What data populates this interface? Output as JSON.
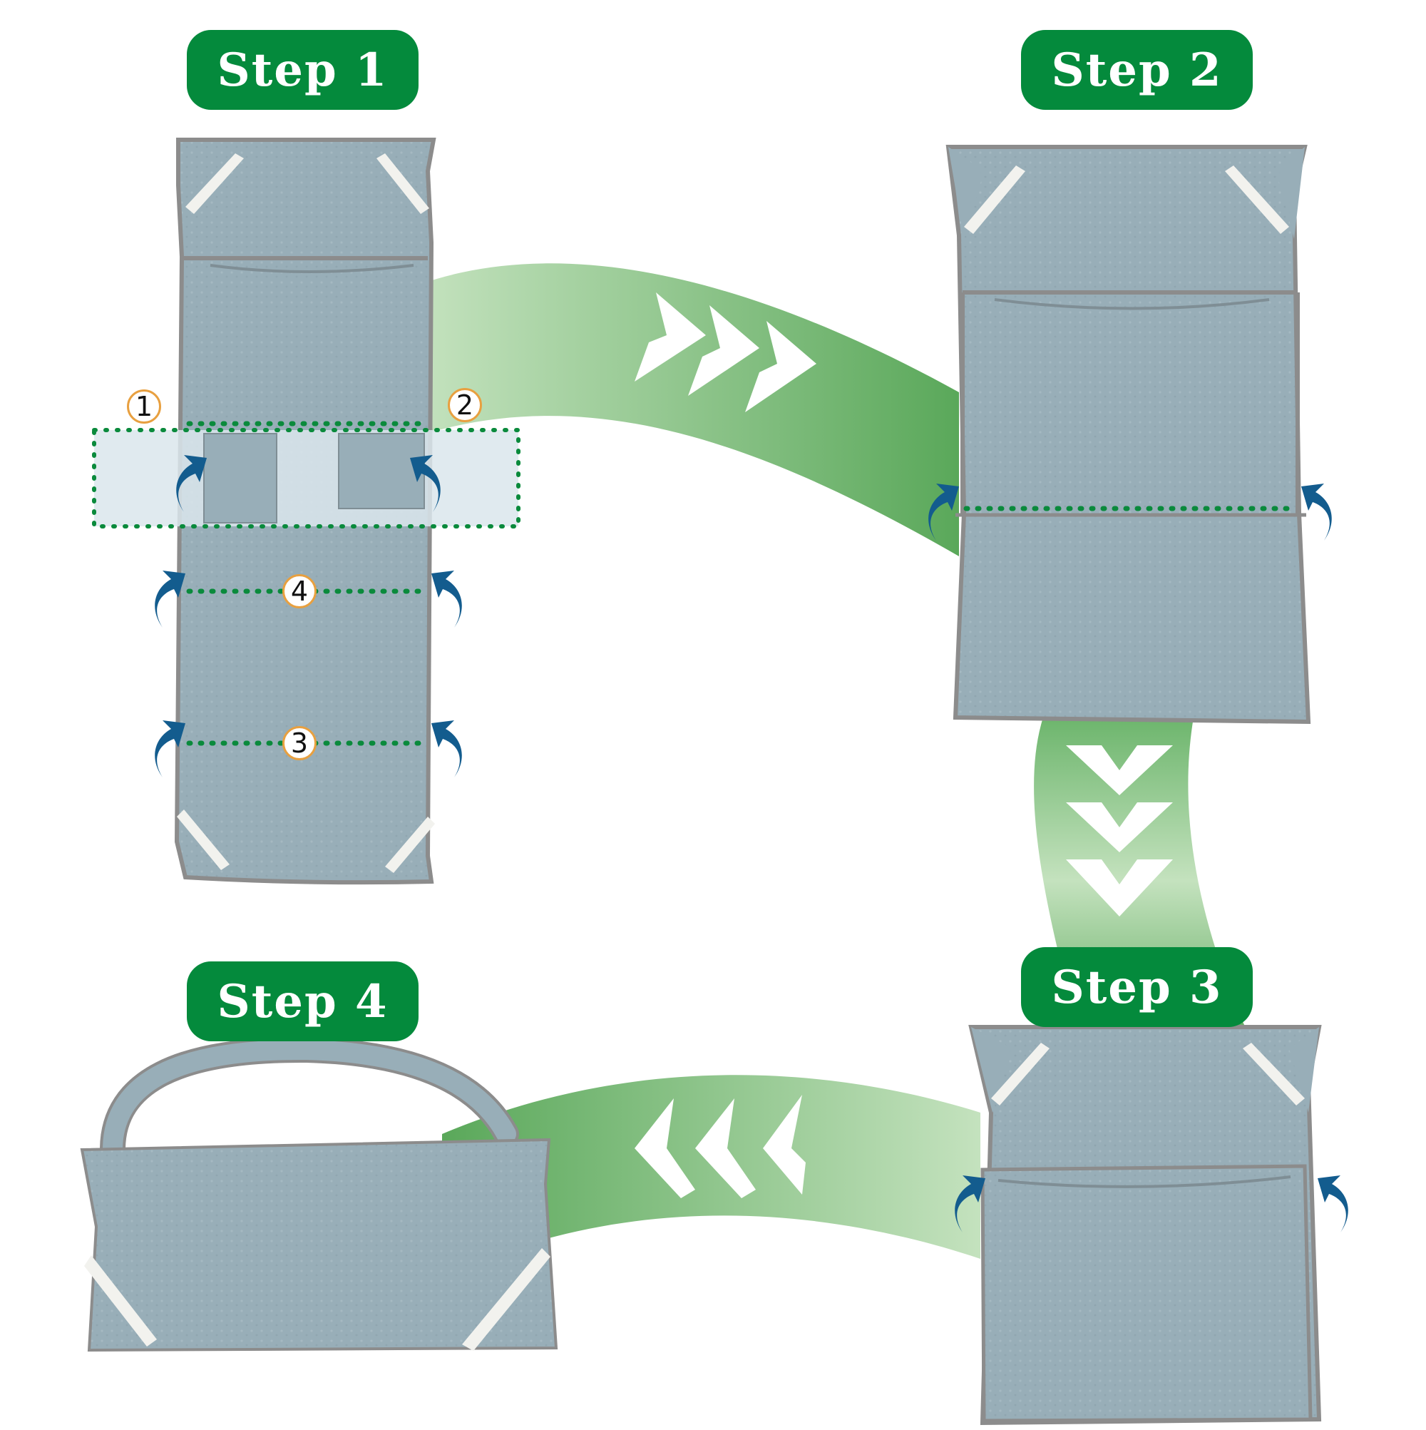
{
  "steps": [
    {
      "label": "Step 1"
    },
    {
      "label": "Step 2"
    },
    {
      "label": "Step 3"
    },
    {
      "label": "Step 4"
    }
  ],
  "fold_markers": [
    "1",
    "2",
    "3",
    "4"
  ],
  "colors": {
    "pill": "#048a3c",
    "pill_text": "#ffffff",
    "fabric": "#98aeb8",
    "fabric_edge": "#8c8c8c",
    "strap": "#f2f2ee",
    "band_light": "#c4e2be",
    "band_dark": "#5aa85a",
    "fold_line": "#0a8a3c",
    "fold_arrow": "#135c8e",
    "highlight": "#dbe6ec",
    "chevron": "#ffffff"
  },
  "icons": {
    "fold_arrow": "curved-fold-arrow-icon",
    "direction": "chevron-icon"
  }
}
